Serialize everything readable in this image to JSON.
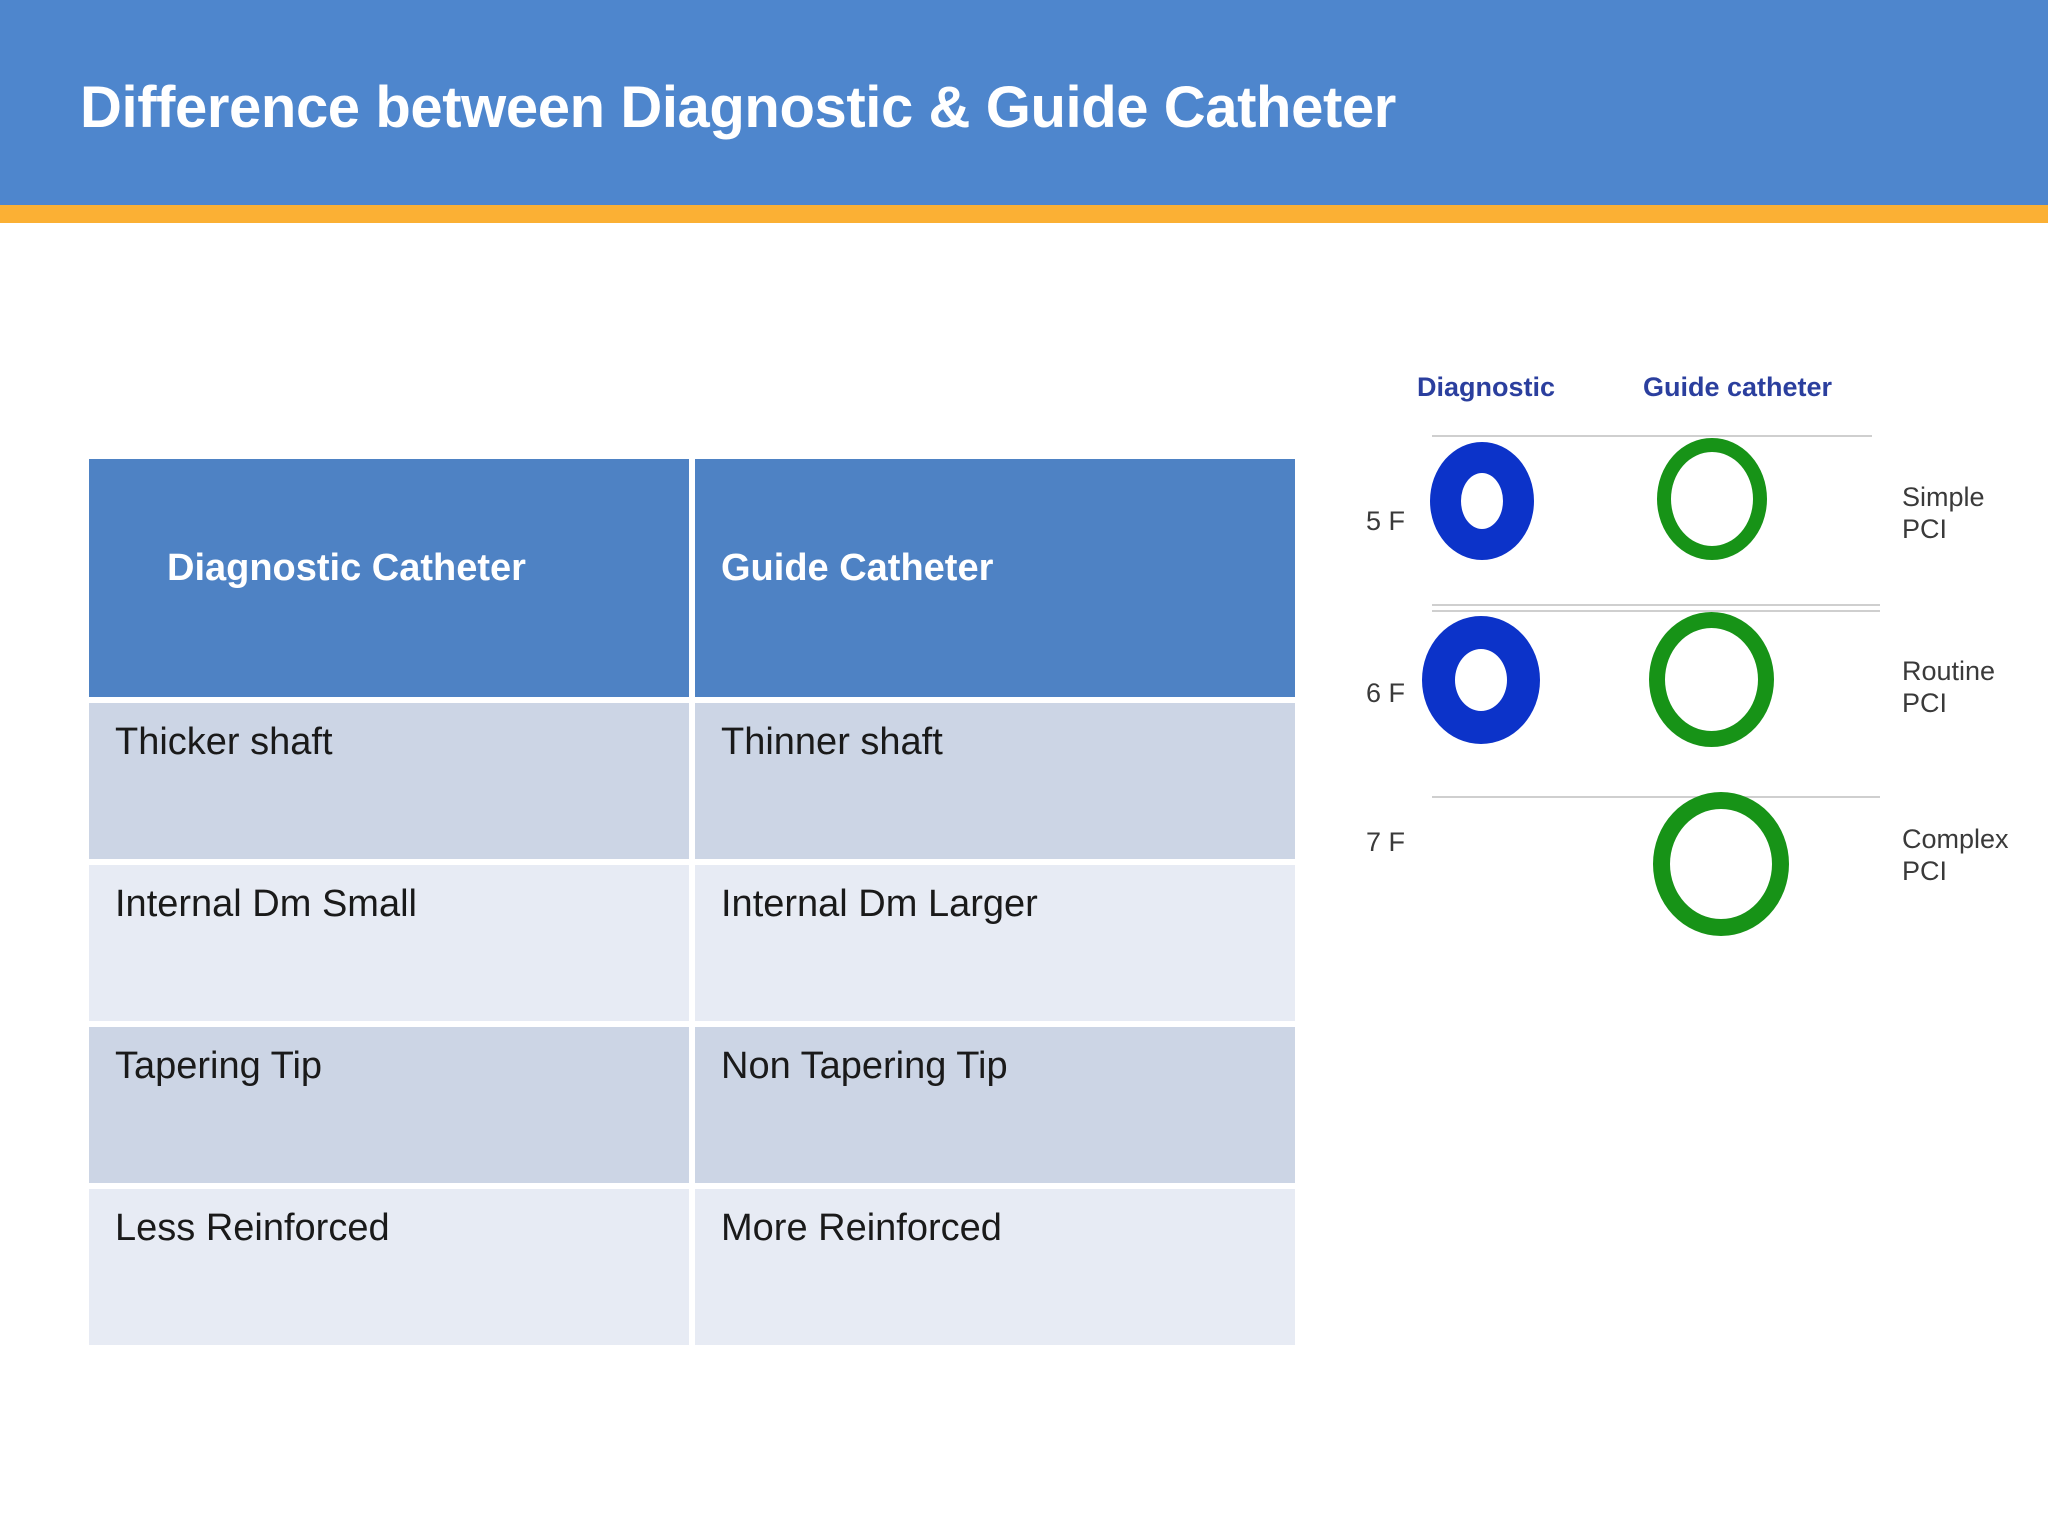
{
  "header": {
    "title": "Difference between Diagnostic & Guide Catheter",
    "band_color": "#4e86cd",
    "accent_color": "#fbb034",
    "title_color": "#ffffff"
  },
  "table": {
    "header_bg": "#4e82c4",
    "row_bg_alt": "#ccd5e5",
    "row_bg": "#e7ebf4",
    "columns": [
      {
        "label": "Diagnostic Catheter"
      },
      {
        "label": "Guide Catheter"
      }
    ],
    "rows": [
      {
        "diagnostic": "Thicker shaft",
        "guide": "Thinner shaft"
      },
      {
        "diagnostic": "Internal Dm Small",
        "guide": "Internal Dm Larger"
      },
      {
        "diagnostic": "Tapering Tip",
        "guide": "Non Tapering Tip"
      },
      {
        "diagnostic": "Less Reinforced",
        "guide": "More Reinforced"
      }
    ]
  },
  "figure": {
    "column_headings": [
      {
        "label": "Diagnostic"
      },
      {
        "label": "Guide catheter"
      }
    ],
    "heading_color": "#2b3f9e",
    "diagnostic_color": "#0c33c9",
    "guide_color": "#179317",
    "size_labels": [
      {
        "label": "5 F"
      },
      {
        "label": "6 F"
      },
      {
        "label": "7 F"
      }
    ],
    "use_labels": [
      {
        "line1": "Simple",
        "line2": "PCI"
      },
      {
        "line1": "Routine",
        "line2": "PCI"
      },
      {
        "line1": "Complex",
        "line2": "PCI"
      }
    ]
  }
}
